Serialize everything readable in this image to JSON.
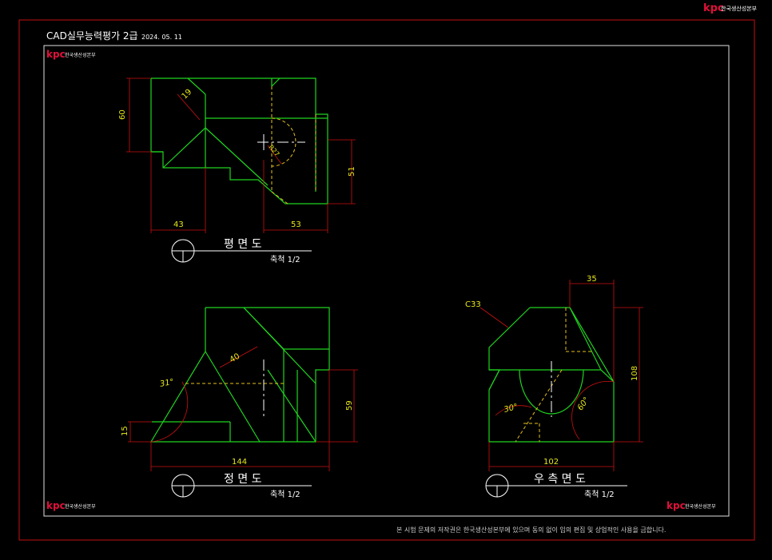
{
  "header": {
    "title": "CAD실무능력평가 2급",
    "date": "2024. 05. 11",
    "logo_mark": "kpc",
    "logo_text": "한국생산성본부"
  },
  "views": {
    "top": {
      "title": "평 면 도",
      "scale": "축척 1/2"
    },
    "front": {
      "title": "정 면 도",
      "scale": "축척 1/2"
    },
    "right": {
      "title": "우 측 면 도",
      "scale": "축척 1/2"
    }
  },
  "dimensions": {
    "top_height": "60",
    "top_chamfer": "19",
    "top_radius": "R27",
    "top_left_width": "43",
    "top_right_width": "53",
    "top_right_height": "51",
    "front_incline": "40",
    "front_angle": "31°",
    "front_base": "15",
    "front_height": "59",
    "front_width": "144",
    "right_top": "35",
    "right_chamfer": "C33",
    "right_angle_left": "30°",
    "right_angle_right": "60°",
    "right_height": "108",
    "right_width": "102"
  },
  "footer": {
    "copyright": "본 시험 문제의 저작권은 한국생산성본부에 있으며 동의 없이 임의 편집 및 상업적인 사용을 금합니다."
  },
  "colors": {
    "outline": "#1fd41f",
    "hidden": "#e6c21a",
    "dimension": "#cc1111",
    "dim_text": "#e6e61a",
    "border_outer": "#c41010",
    "border_inner": "#e0e0e0"
  }
}
